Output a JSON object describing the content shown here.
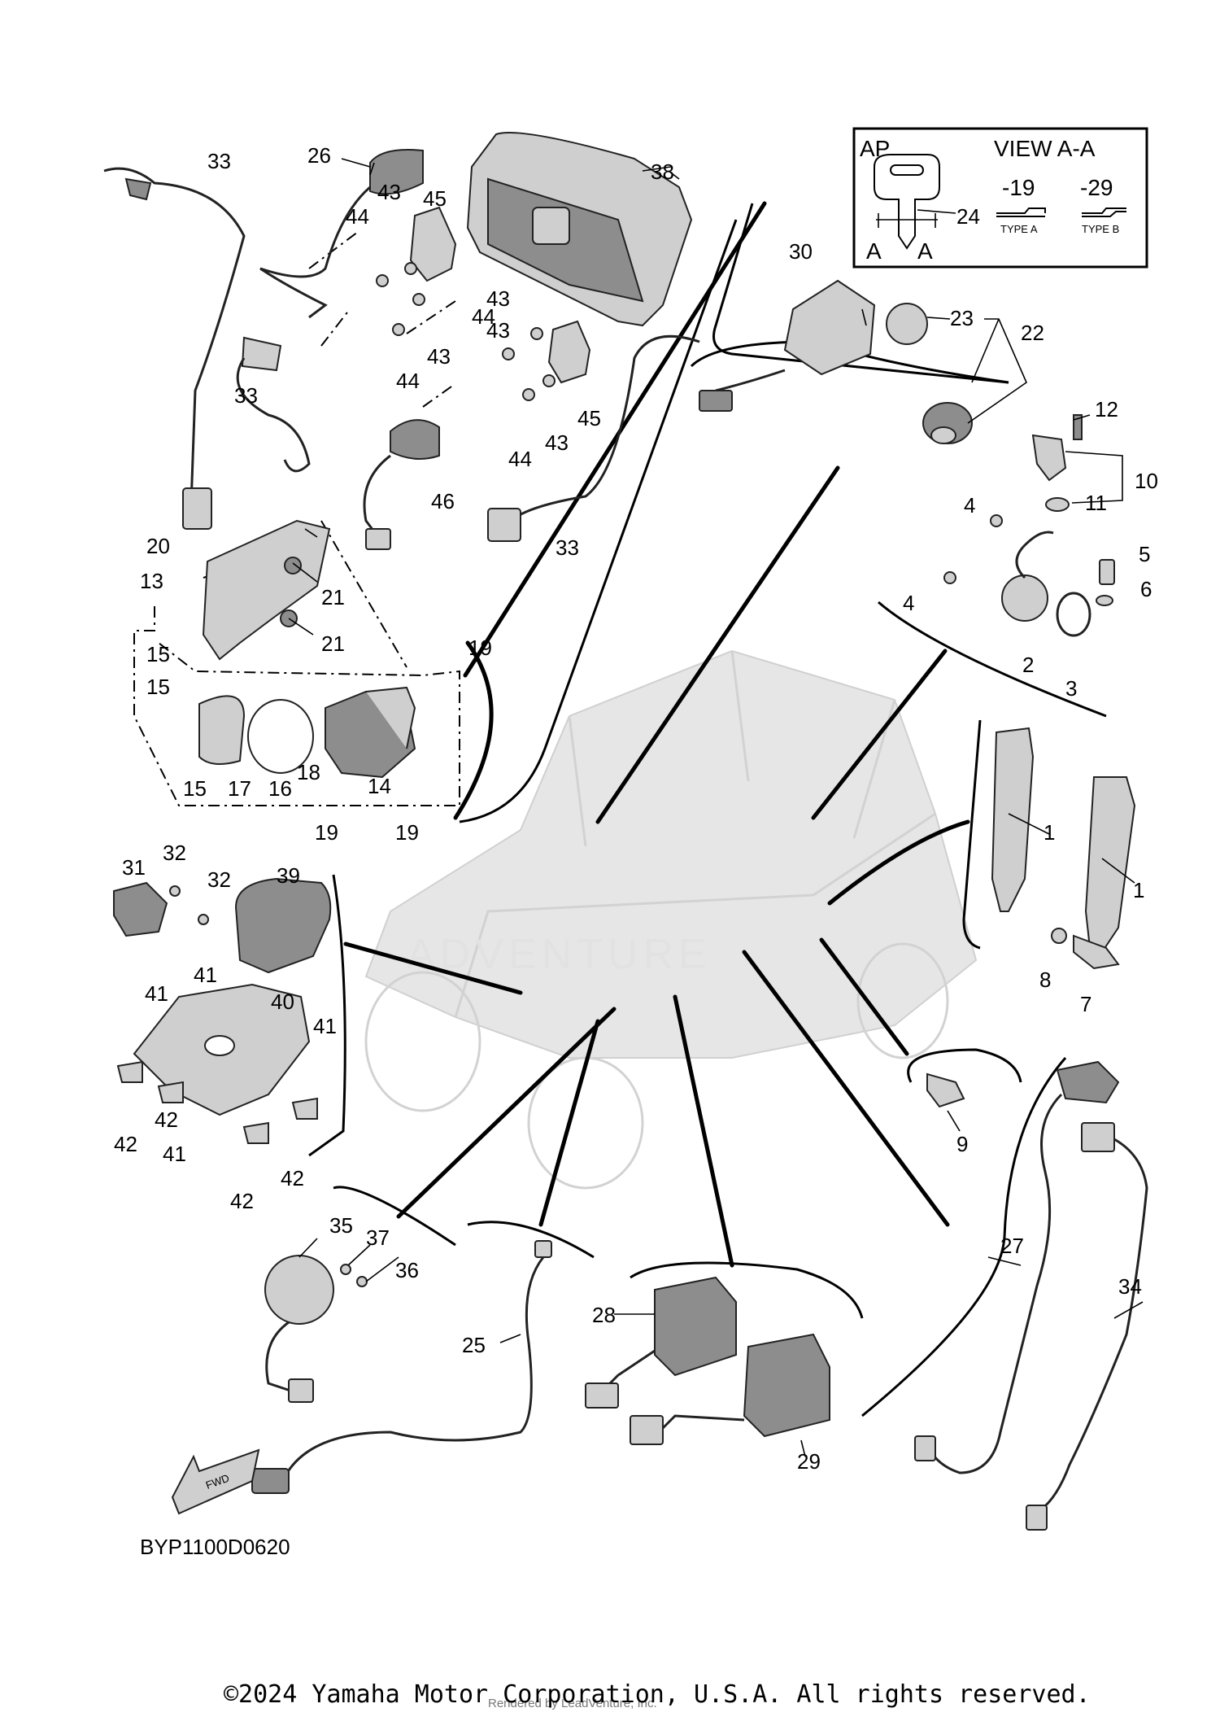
{
  "diagram": {
    "callouts": [
      "1",
      "1",
      "2",
      "3",
      "4",
      "4",
      "5",
      "6",
      "7",
      "8",
      "9",
      "10",
      "11",
      "12",
      "13",
      "14",
      "15",
      "15",
      "15",
      "16",
      "17",
      "18",
      "19",
      "19",
      "19",
      "20",
      "21",
      "21",
      "22",
      "23",
      "24",
      "25",
      "26",
      "27",
      "28",
      "29",
      "30",
      "31",
      "32",
      "32",
      "33",
      "33",
      "33",
      "34",
      "35",
      "36",
      "37",
      "38",
      "39",
      "40",
      "41",
      "41",
      "41",
      "41",
      "42",
      "42",
      "42",
      "42",
      "43",
      "43",
      "43",
      "43",
      "43",
      "44",
      "44",
      "44",
      "44",
      "45",
      "45",
      "46"
    ],
    "inset": {
      "ap_label": "AP",
      "view_label": "VIEW A-A",
      "variant_1": "-19",
      "variant_2": "-29",
      "type_a": "TYPE A",
      "type_b": "TYPE B",
      "section_a_left": "A",
      "section_a_right": "A"
    },
    "fwd_label": "FWD",
    "diagram_code": "BYP1100D0620",
    "watermark": "ADVENTURE"
  },
  "footer": {
    "copyright": "©2024 Yamaha Motor Corporation, U.S.A. All rights reserved.",
    "rendered_by": "Rendered by LeadVenture, Inc."
  }
}
